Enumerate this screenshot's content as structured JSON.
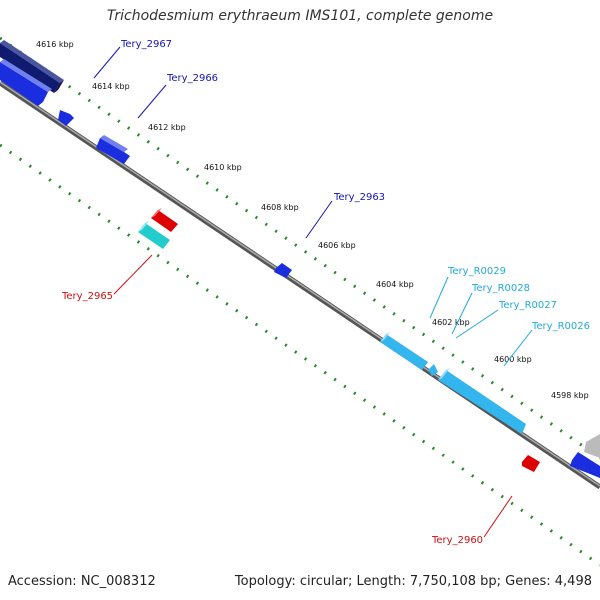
{
  "title": "Trichodesmium erythraeum IMS101, complete genome",
  "footer": {
    "accession": "Accession: NC_008312",
    "summary": "Topology: circular; Length: 7,750,108 bp; Genes: 4,498"
  },
  "colors": {
    "backbone": "#777777",
    "tick": "#2a8a2a",
    "gene_dark": "#101a6e",
    "gene_blue": "#1a2ee0",
    "gene_red": "#dd0000",
    "gene_cyan": "#22cccc",
    "rna_lightblue": "#33b5ee",
    "gene_grey": "#bbbbbb",
    "label_blue": "#1414b4",
    "label_cyan": "#22aadd",
    "label_red": "#cc1111"
  },
  "kbp_labels": [
    "4616 kbp",
    "4614 kbp",
    "4612 kbp",
    "4610 kbp",
    "4608 kbp",
    "4606 kbp",
    "4604 kbp",
    "4602 kbp",
    "4600 kbp",
    "4598 kbp"
  ],
  "gene_labels": {
    "tery_2967": "Tery_2967",
    "tery_2966": "Tery_2966",
    "tery_2963": "Tery_2963",
    "tery_2965": "Tery_2965",
    "tery_2960": "Tery_2960",
    "tery_r0029": "Tery_R0029",
    "tery_r0028": "Tery_R0028",
    "tery_r0027": "Tery_R0027",
    "tery_r0026": "Tery_R0026"
  }
}
